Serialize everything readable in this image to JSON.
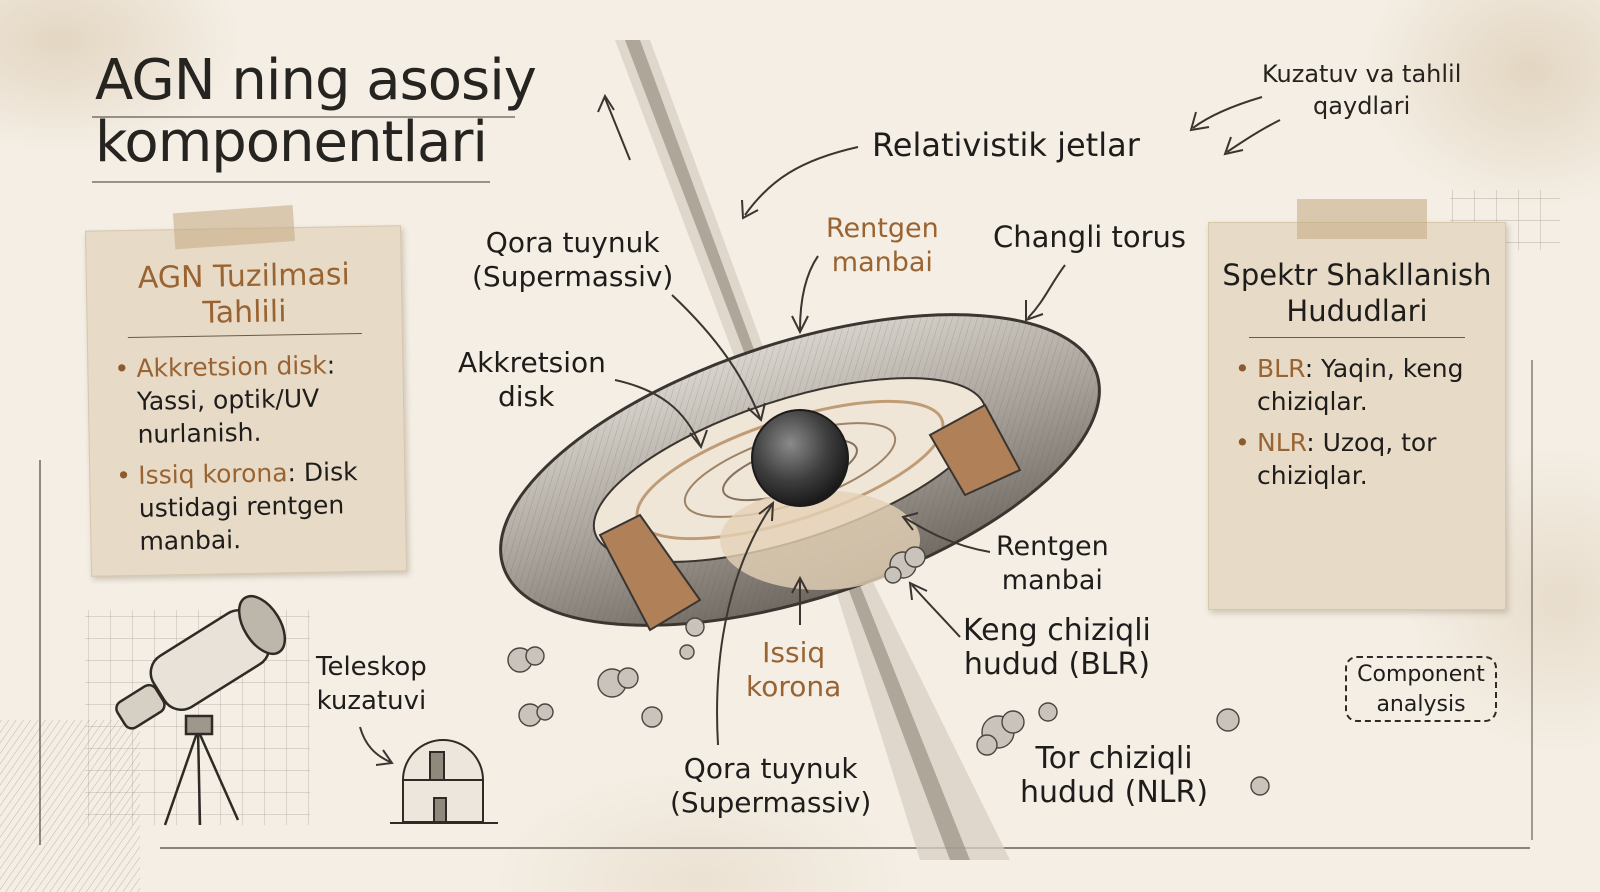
{
  "title": {
    "line1": "AGN ning asosiy",
    "line2": "komponentlari"
  },
  "corner_note": {
    "line1": "Kuzatuv va tahlil",
    "line2": "qaydlari"
  },
  "left_note": {
    "title_line1": "AGN Tuzilmasi",
    "title_line2": "Tahlili",
    "items": [
      {
        "term": "Akkretsion disk",
        "text_line1": ": ",
        "rest1": "Yassi, optik/UV",
        "rest2": "nurlanish."
      },
      {
        "term": "Issiq korona",
        "text_line1": ": Disk",
        "rest1": "ustidagi rentgen",
        "rest2": "manbai."
      }
    ]
  },
  "right_note": {
    "title_line1": "Spektr Shakllanish",
    "title_line2": "Hududlari",
    "items": [
      {
        "term": "BLR",
        "text_line1": ": Yaqin, keng",
        "rest1": "chiziqlar."
      },
      {
        "term": "NLR",
        "text_line1": ": Uzoq, tor",
        "rest1": "chiziqlar."
      }
    ]
  },
  "labels": {
    "relativistic_jets": "Relativistik jetlar",
    "black_hole_top_1": "Qora tuynuk",
    "black_hole_top_2": "(Supermassiv)",
    "xray_top_1": "Rentgen",
    "xray_top_2": "manbai",
    "dusty_torus": "Changli torus",
    "accretion_disk_1": "Akkretsion",
    "accretion_disk_2": "disk",
    "xray_right_1": "Rentgen",
    "xray_right_2": "manbai",
    "blr_1": "Keng chiziqli",
    "blr_2": "hudud (BLR)",
    "hot_corona_1": "Issiq",
    "hot_corona_2": "korona",
    "black_hole_bottom_1": "Qora tuynuk",
    "black_hole_bottom_2": "(Supermassiv)",
    "nlr_1": "Tor chiziqli",
    "nlr_2": "hudud (NLR)",
    "telescope_1": "Teleskop",
    "telescope_2": "kuzatuvi"
  },
  "stamp": {
    "line1": "Component",
    "line2": "analysis"
  },
  "colors": {
    "accent": "#9a6432",
    "paper": "#f4eee4",
    "note": "#e7dbc7",
    "ink": "#1f1d1b"
  },
  "icons": [
    "telescope-icon",
    "observatory-icon",
    "black-hole-sphere",
    "torus-drawing",
    "spectrum-plot-icon"
  ]
}
